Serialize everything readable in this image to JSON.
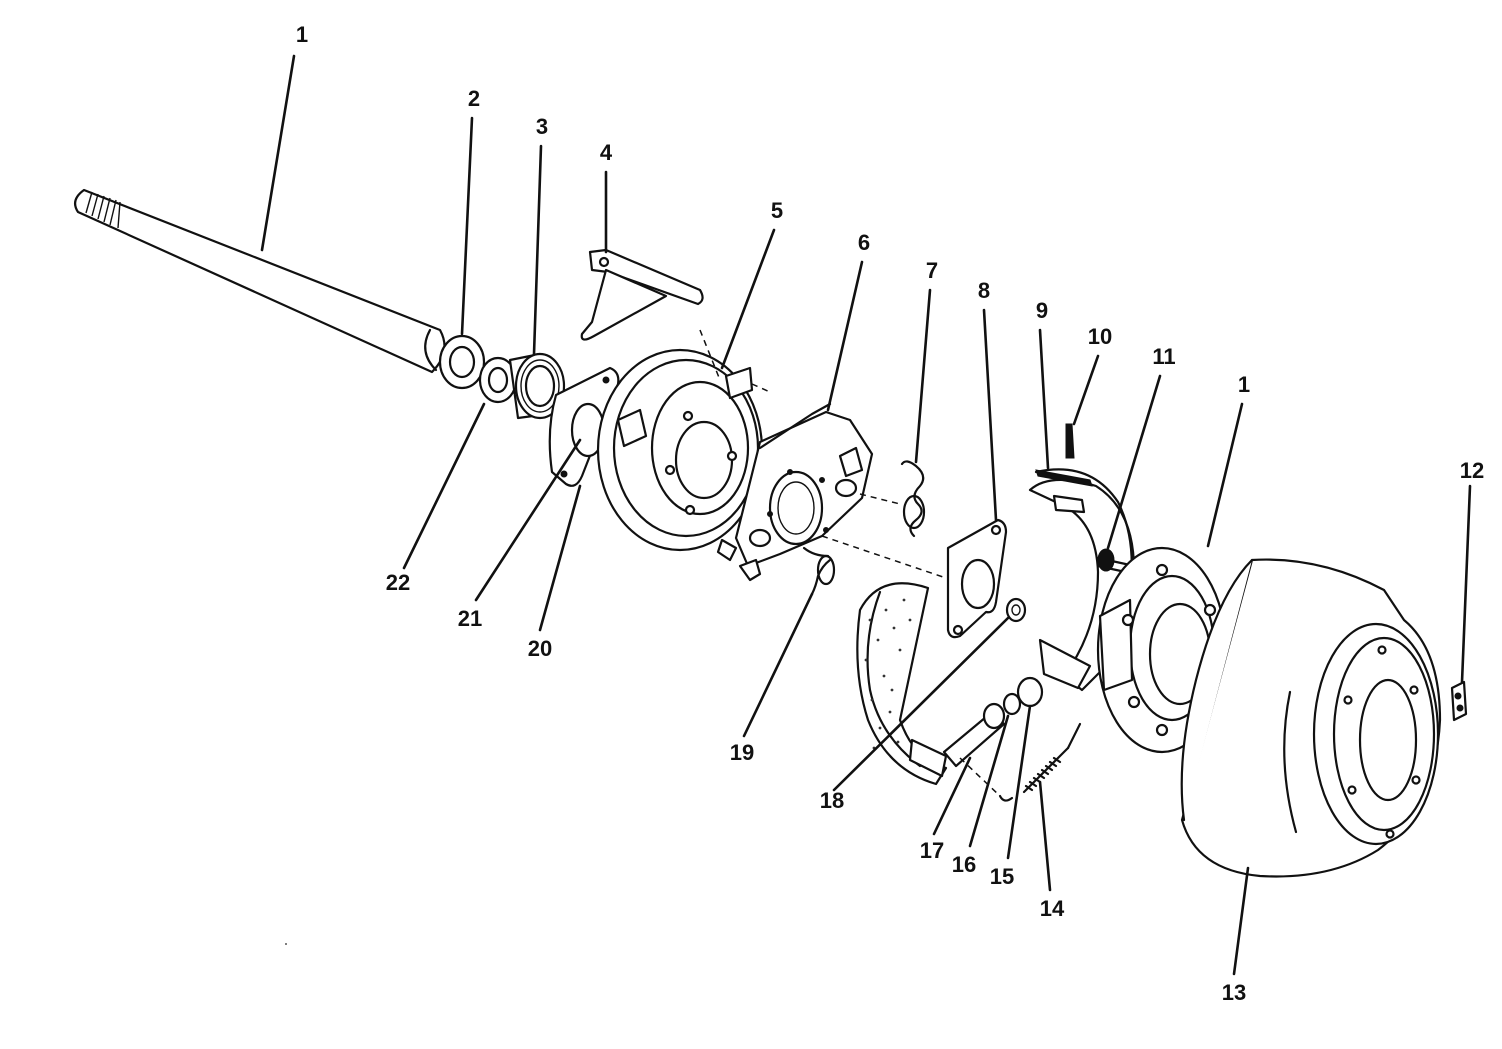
{
  "callouts": [
    {
      "id": "c1a",
      "label": "1"
    },
    {
      "id": "c2",
      "label": "2"
    },
    {
      "id": "c3",
      "label": "3"
    },
    {
      "id": "c4",
      "label": "4"
    },
    {
      "id": "c5",
      "label": "5"
    },
    {
      "id": "c6",
      "label": "6"
    },
    {
      "id": "c7",
      "label": "7"
    },
    {
      "id": "c8",
      "label": "8"
    },
    {
      "id": "c9",
      "label": "9"
    },
    {
      "id": "c10",
      "label": "10"
    },
    {
      "id": "c11",
      "label": "11"
    },
    {
      "id": "c1b",
      "label": "1"
    },
    {
      "id": "c12",
      "label": "12"
    },
    {
      "id": "c13",
      "label": "13"
    },
    {
      "id": "c14",
      "label": "14"
    },
    {
      "id": "c15",
      "label": "15"
    },
    {
      "id": "c16",
      "label": "16"
    },
    {
      "id": "c17",
      "label": "17"
    },
    {
      "id": "c18",
      "label": "18"
    },
    {
      "id": "c19",
      "label": "19"
    },
    {
      "id": "c20",
      "label": "20"
    },
    {
      "id": "c21",
      "label": "21"
    },
    {
      "id": "c22",
      "label": "22"
    }
  ]
}
